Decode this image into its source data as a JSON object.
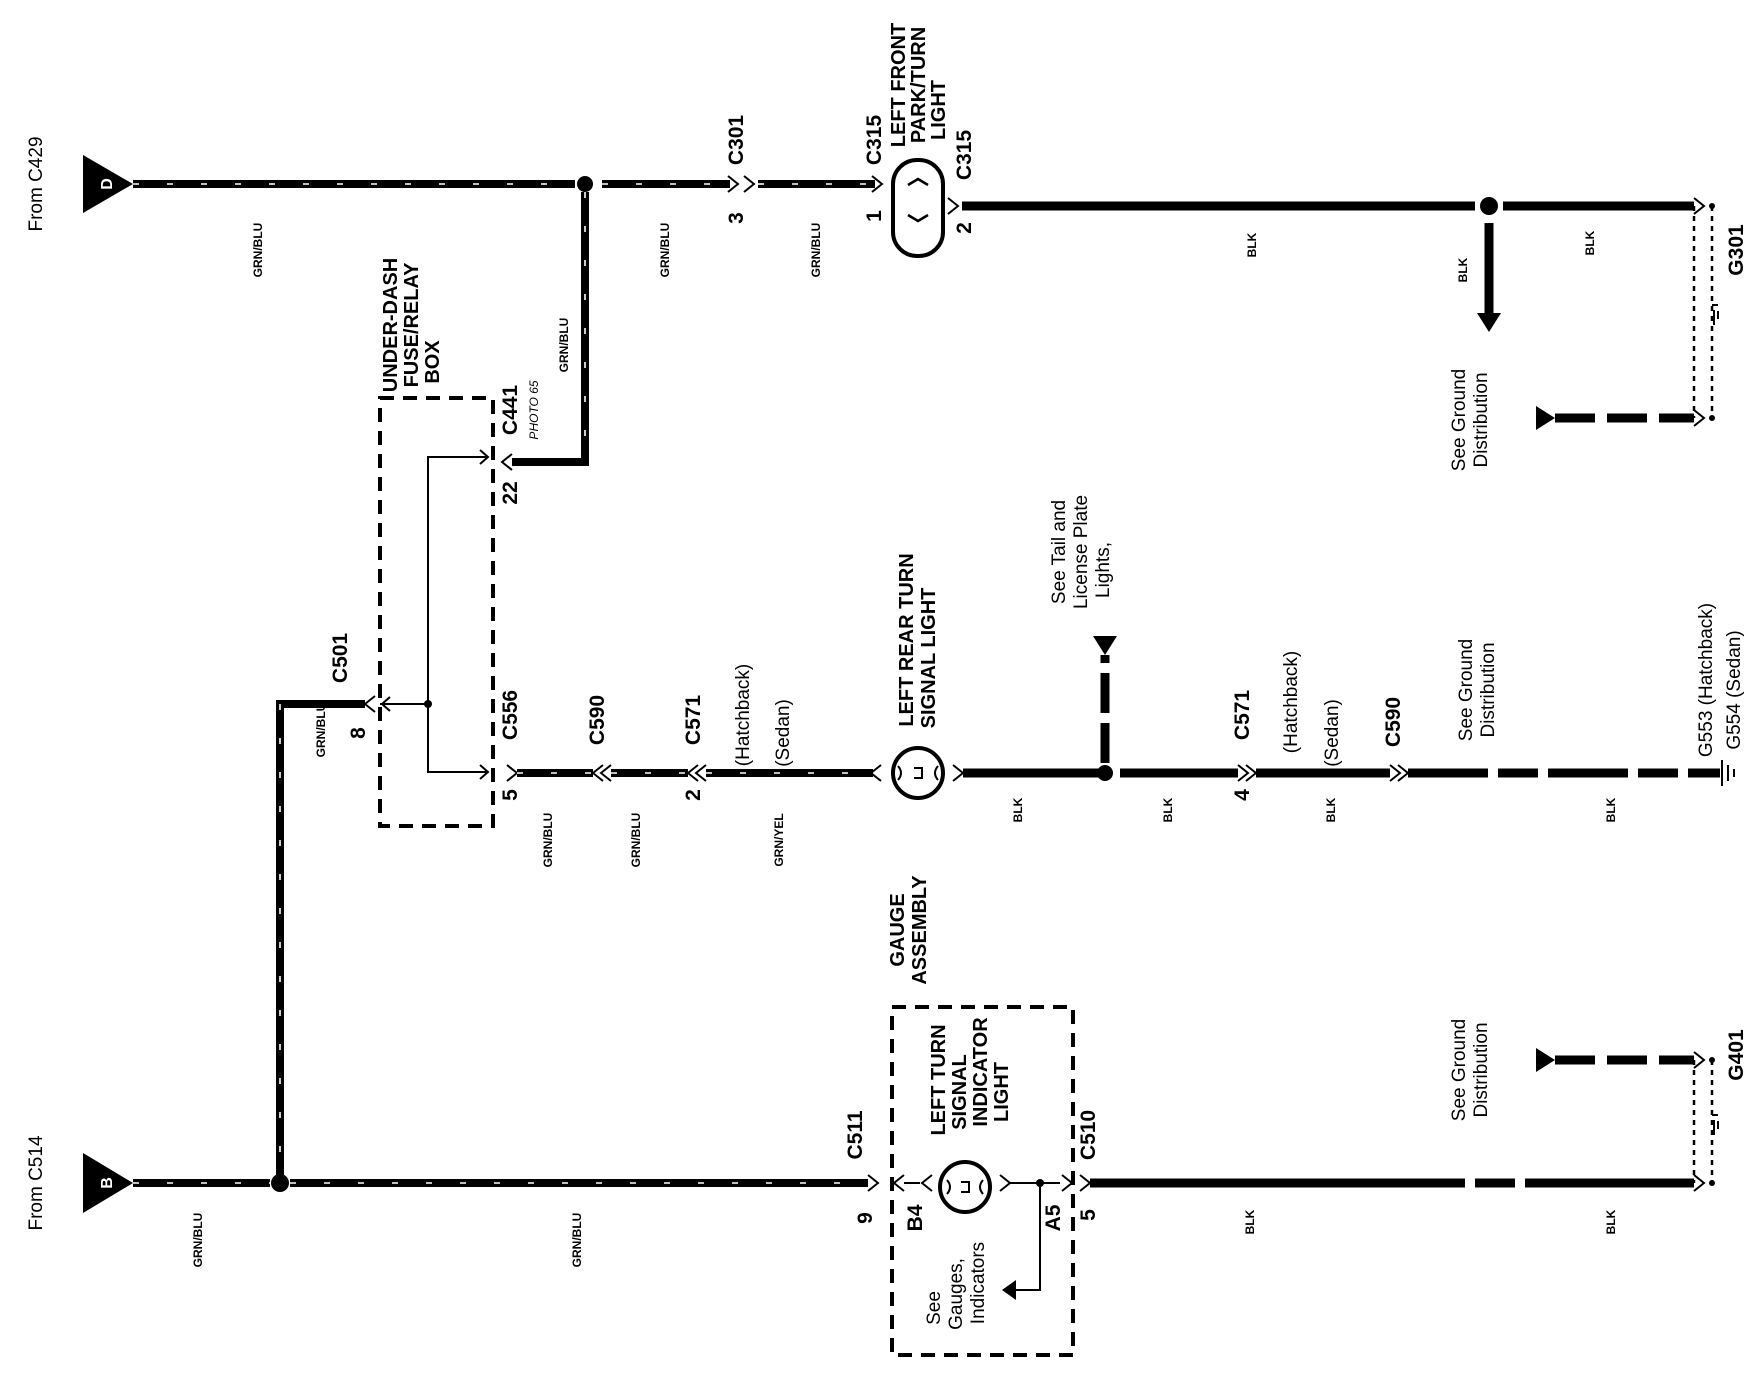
{
  "labels": {
    "from_c429": "From C429",
    "from_c514": "From C514",
    "flag_d": "D",
    "flag_b": "B",
    "c301": "C301",
    "c315_top": "C315",
    "c315_pin": "C315",
    "left_front_lamp": "LEFT FRONT",
    "left_front_lamp_2": "PARK/TURN",
    "left_front_lamp_3": "LIGHT",
    "under_dash_1": "UNDER-DASH",
    "under_dash_2": "FUSE/RELAY",
    "under_dash_3": "BOX",
    "c441": "C441",
    "photo": "PHOTO 65",
    "pin_22": "22",
    "c501": "C501",
    "pin_8": "8",
    "c556": "C556",
    "pin_5a": "5",
    "c590_a": "C590",
    "c571_a": "C571",
    "pin_2": "2",
    "hatchback_a": "(Hatchback)",
    "sedan_a": "(Sedan)",
    "left_rear_1": "LEFT REAR TURN",
    "left_rear_2": "SIGNAL LIGHT",
    "tail_note_1": "See Tail and",
    "tail_note_2": "License Plate",
    "tail_note_3": "Lights,",
    "c571_b": "C571",
    "pin_4": "4",
    "hatchback_b": "(Hatchback)",
    "sedan_b": "(Sedan)",
    "c590_b": "C590",
    "see_ground_1": "See Ground",
    "see_ground_2": "Distribution",
    "g553": "G553 (Hatchback)",
    "g554": "G554 (Sedan)",
    "pin_1": "1",
    "pin_3": "3",
    "pin_2b": "2",
    "g301": "G301",
    "gauge_1": "GAUGE",
    "gauge_2": "ASSEMBLY",
    "indicator_1": "LEFT TURN",
    "indicator_2": "SIGNAL",
    "indicator_3": "INDICATOR",
    "indicator_4": "LIGHT",
    "c511": "C511",
    "c510": "C510",
    "pin_9": "9",
    "b4": "B4",
    "a5": "A5",
    "pin_5b": "5",
    "see_gauges_1": "See",
    "see_gauges_2": "Gauges,",
    "see_gauges_3": "Indicators",
    "g401": "G401",
    "grn_blu": "GRN/BLU",
    "grn_yel": "GRN/YEL",
    "blk": "BLK"
  }
}
